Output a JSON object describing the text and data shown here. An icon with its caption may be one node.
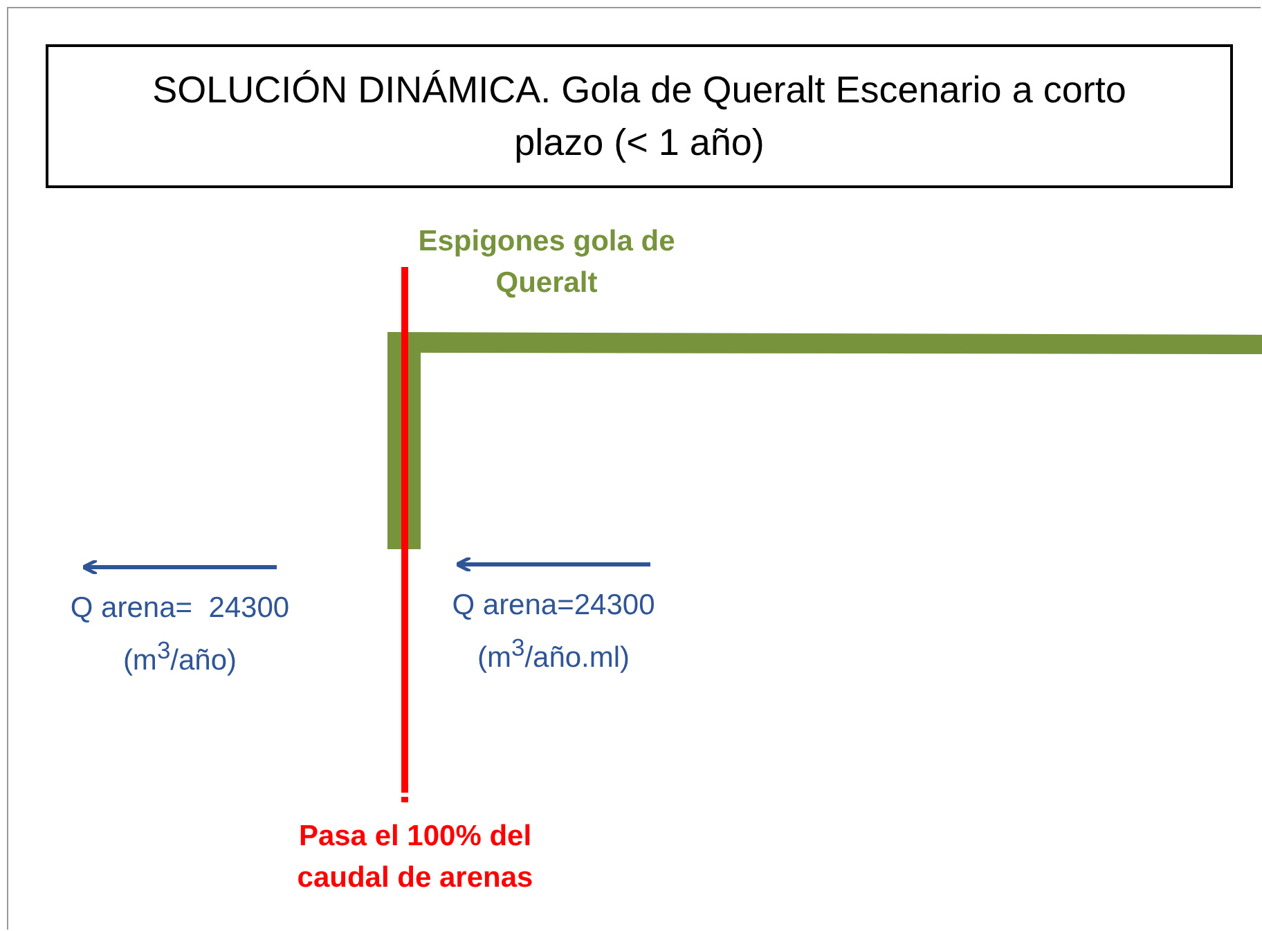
{
  "diagram": {
    "title": "SOLUCIÓN DINÁMICA. Gola de Queralt Escenario a corto plazo (< 1 año)",
    "labels": [
      "Espigones gola de Queralt",
      "Q arena=  24300 (m$^{3}$/año)",
      "Q arena=24300 (m$^{3}$/año.ml)",
      "Pasa el 100% del caudal de arenas"
    ]
  }
}
